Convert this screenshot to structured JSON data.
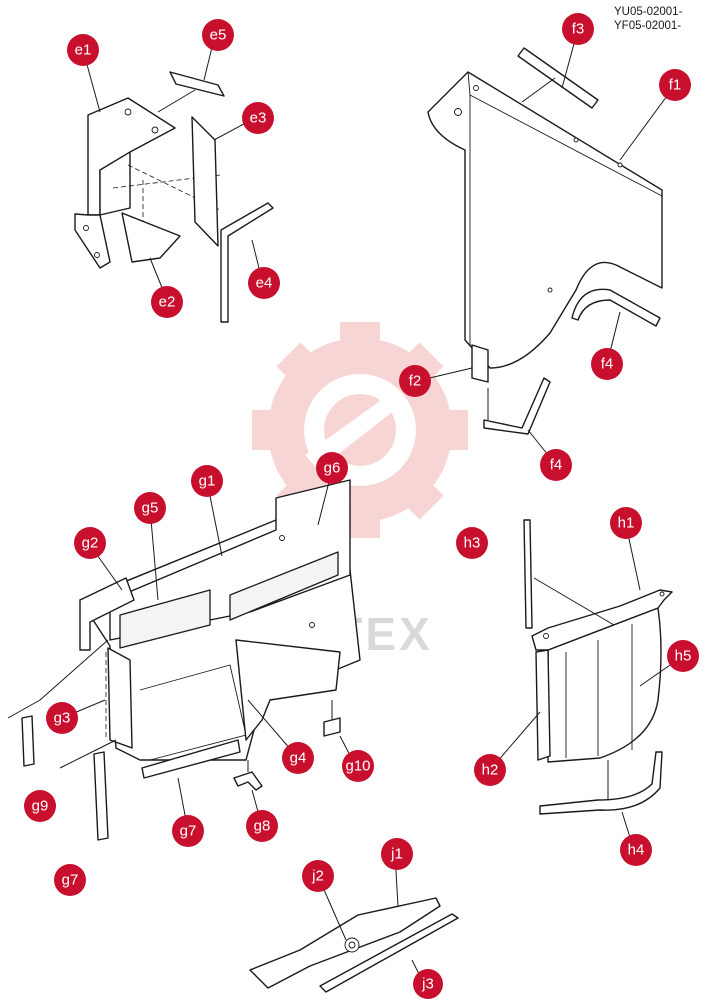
{
  "header": {
    "code_line1": "YU05-02001-",
    "code_line2": "YF05-02001-"
  },
  "watermark": {
    "text": "ИНТЕХ",
    "color": "#f2b8b8"
  },
  "accent_color": "#c8102e",
  "callouts": {
    "e1": "e1",
    "e2": "e2",
    "e3": "e3",
    "e4": "e4",
    "e5": "e5",
    "f1": "f1",
    "f2": "f2",
    "f3": "f3",
    "f4a": "f4",
    "f4b": "f4",
    "g1": "g1",
    "g2": "g2",
    "g3": "g3",
    "g4": "g4",
    "g5": "g5",
    "g6": "g6",
    "g7a": "g7",
    "g7b": "g7",
    "g8": "g8",
    "g9": "g9",
    "g10": "g10",
    "h1": "h1",
    "h2": "h2",
    "h3": "h3",
    "h4": "h4",
    "h5": "h5",
    "j1": "j1",
    "j2": "j2",
    "j3": "j3"
  }
}
